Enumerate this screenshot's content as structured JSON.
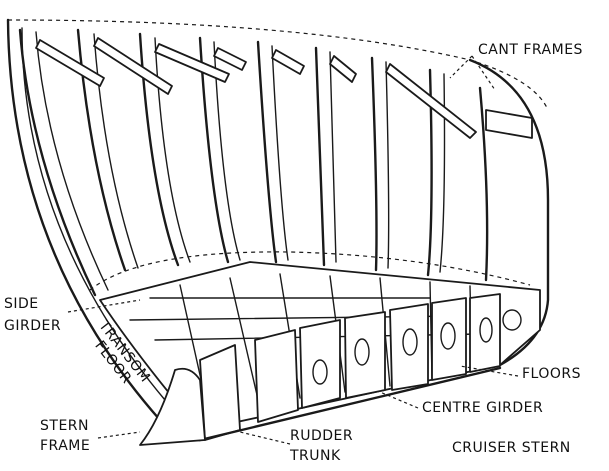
{
  "labels": {
    "cant_frames": "CANT FRAMES",
    "side_girder": [
      "SIDE",
      "GIRDER"
    ],
    "transom_floor": [
      "TRANSOM",
      "FLOOR"
    ],
    "floors": "FLOORS",
    "centre_girder": "CENTRE GIRDER",
    "stern_frame": [
      "STERN",
      "FRAME"
    ],
    "rudder_trunk": [
      "RUDDER",
      "TRUNK"
    ],
    "caption": "CRUISER STERN"
  },
  "colors": {
    "ink": "#1a1a1a",
    "paper": "#ffffff"
  }
}
